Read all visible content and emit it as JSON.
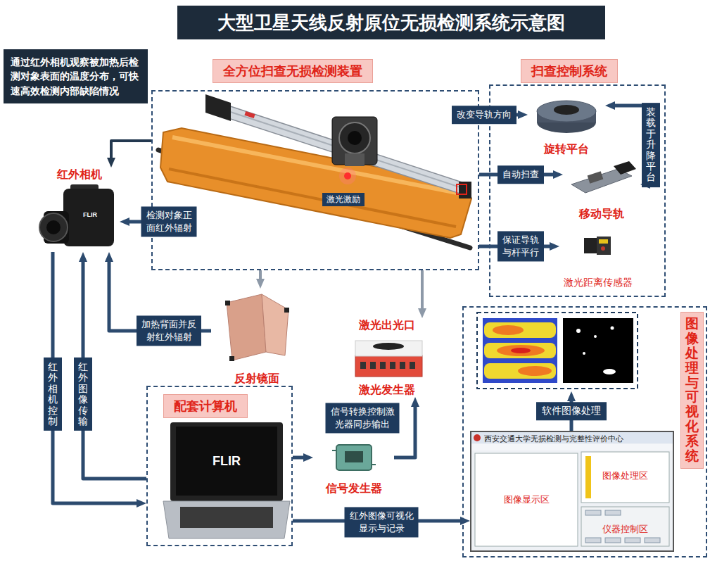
{
  "diagram": {
    "title": "大型卫星天线反射原位无损检测系统示意图",
    "nodes": [
      {
        "text": [
          "通过红外相机观察被加热后检测对象表面的温度分布，可快速高效检测内部缺陷情况"
        ]
      },
      {
        "text": [
          "全方位扫查无损检测装置"
        ]
      },
      {
        "text": [
          "扫查控制系统"
        ]
      },
      {
        "text": [
          "旋转平台"
        ],
        "in": 2
      },
      {
        "text": [
          "移动导轨"
        ],
        "in": 2
      },
      {
        "text": [
          "激光距离传感器"
        ],
        "in": 2
      },
      {
        "text": [
          "红外相机"
        ]
      },
      {
        "text": [
          "反射镜面"
        ]
      },
      {
        "text": [
          "激光出光口",
          "激光发生器"
        ]
      },
      {
        "text": [
          "图像处理与可视化系统"
        ]
      },
      {
        "text": [
          "西安交通大学无损检测与完整性评价中心",
          "图像显示区",
          "图像处理区",
          "仪器控制区"
        ],
        "in": 9
      },
      {
        "text": [
          "配套计算机"
        ]
      },
      {
        "text": [
          "信号发生器"
        ]
      }
    ],
    "edges": [
      {
        "from": 1,
        "to": 3,
        "arrow": "to",
        "label": "改变导轨方向"
      },
      {
        "from": 1,
        "to": 4,
        "arrow": "to",
        "label": "自动扫查"
      },
      {
        "from": 1,
        "to": 5,
        "arrow": "to",
        "label": "保证导轨与杆平行"
      },
      {
        "from": 4,
        "to": 3,
        "arrow": "both",
        "label": "装载于升降平台"
      },
      {
        "from": 1,
        "to": 6,
        "arrow": "to",
        "label": "检测对象正面红外辐射"
      },
      {
        "from": 1,
        "to": 6,
        "arrow": "to"
      },
      {
        "from": 1,
        "to": 7,
        "arrow": "to"
      },
      {
        "from": 7,
        "to": 6,
        "arrow": "to",
        "label": "加热背面并反射红外辐射"
      },
      {
        "from": 6,
        "to": 11,
        "arrow": "to",
        "label": "红外相机控制"
      },
      {
        "from": 11,
        "to": 6,
        "arrow": "to",
        "label": "红外图像传输"
      },
      {
        "from": 11,
        "to": 12,
        "arrow": "to"
      },
      {
        "from": 12,
        "to": 8,
        "arrow": "to",
        "label": "信号转换控制激光器同步输出"
      },
      {
        "from": 1,
        "to": 8,
        "arrow": "to"
      },
      {
        "from": 11,
        "to": 10,
        "arrow": "to",
        "label": "红外图像可视化显示与记录"
      }
    ],
    "labels": [
      "激光激励",
      "FLIR",
      "FLIR",
      "软件图像处理"
    ]
  }
}
